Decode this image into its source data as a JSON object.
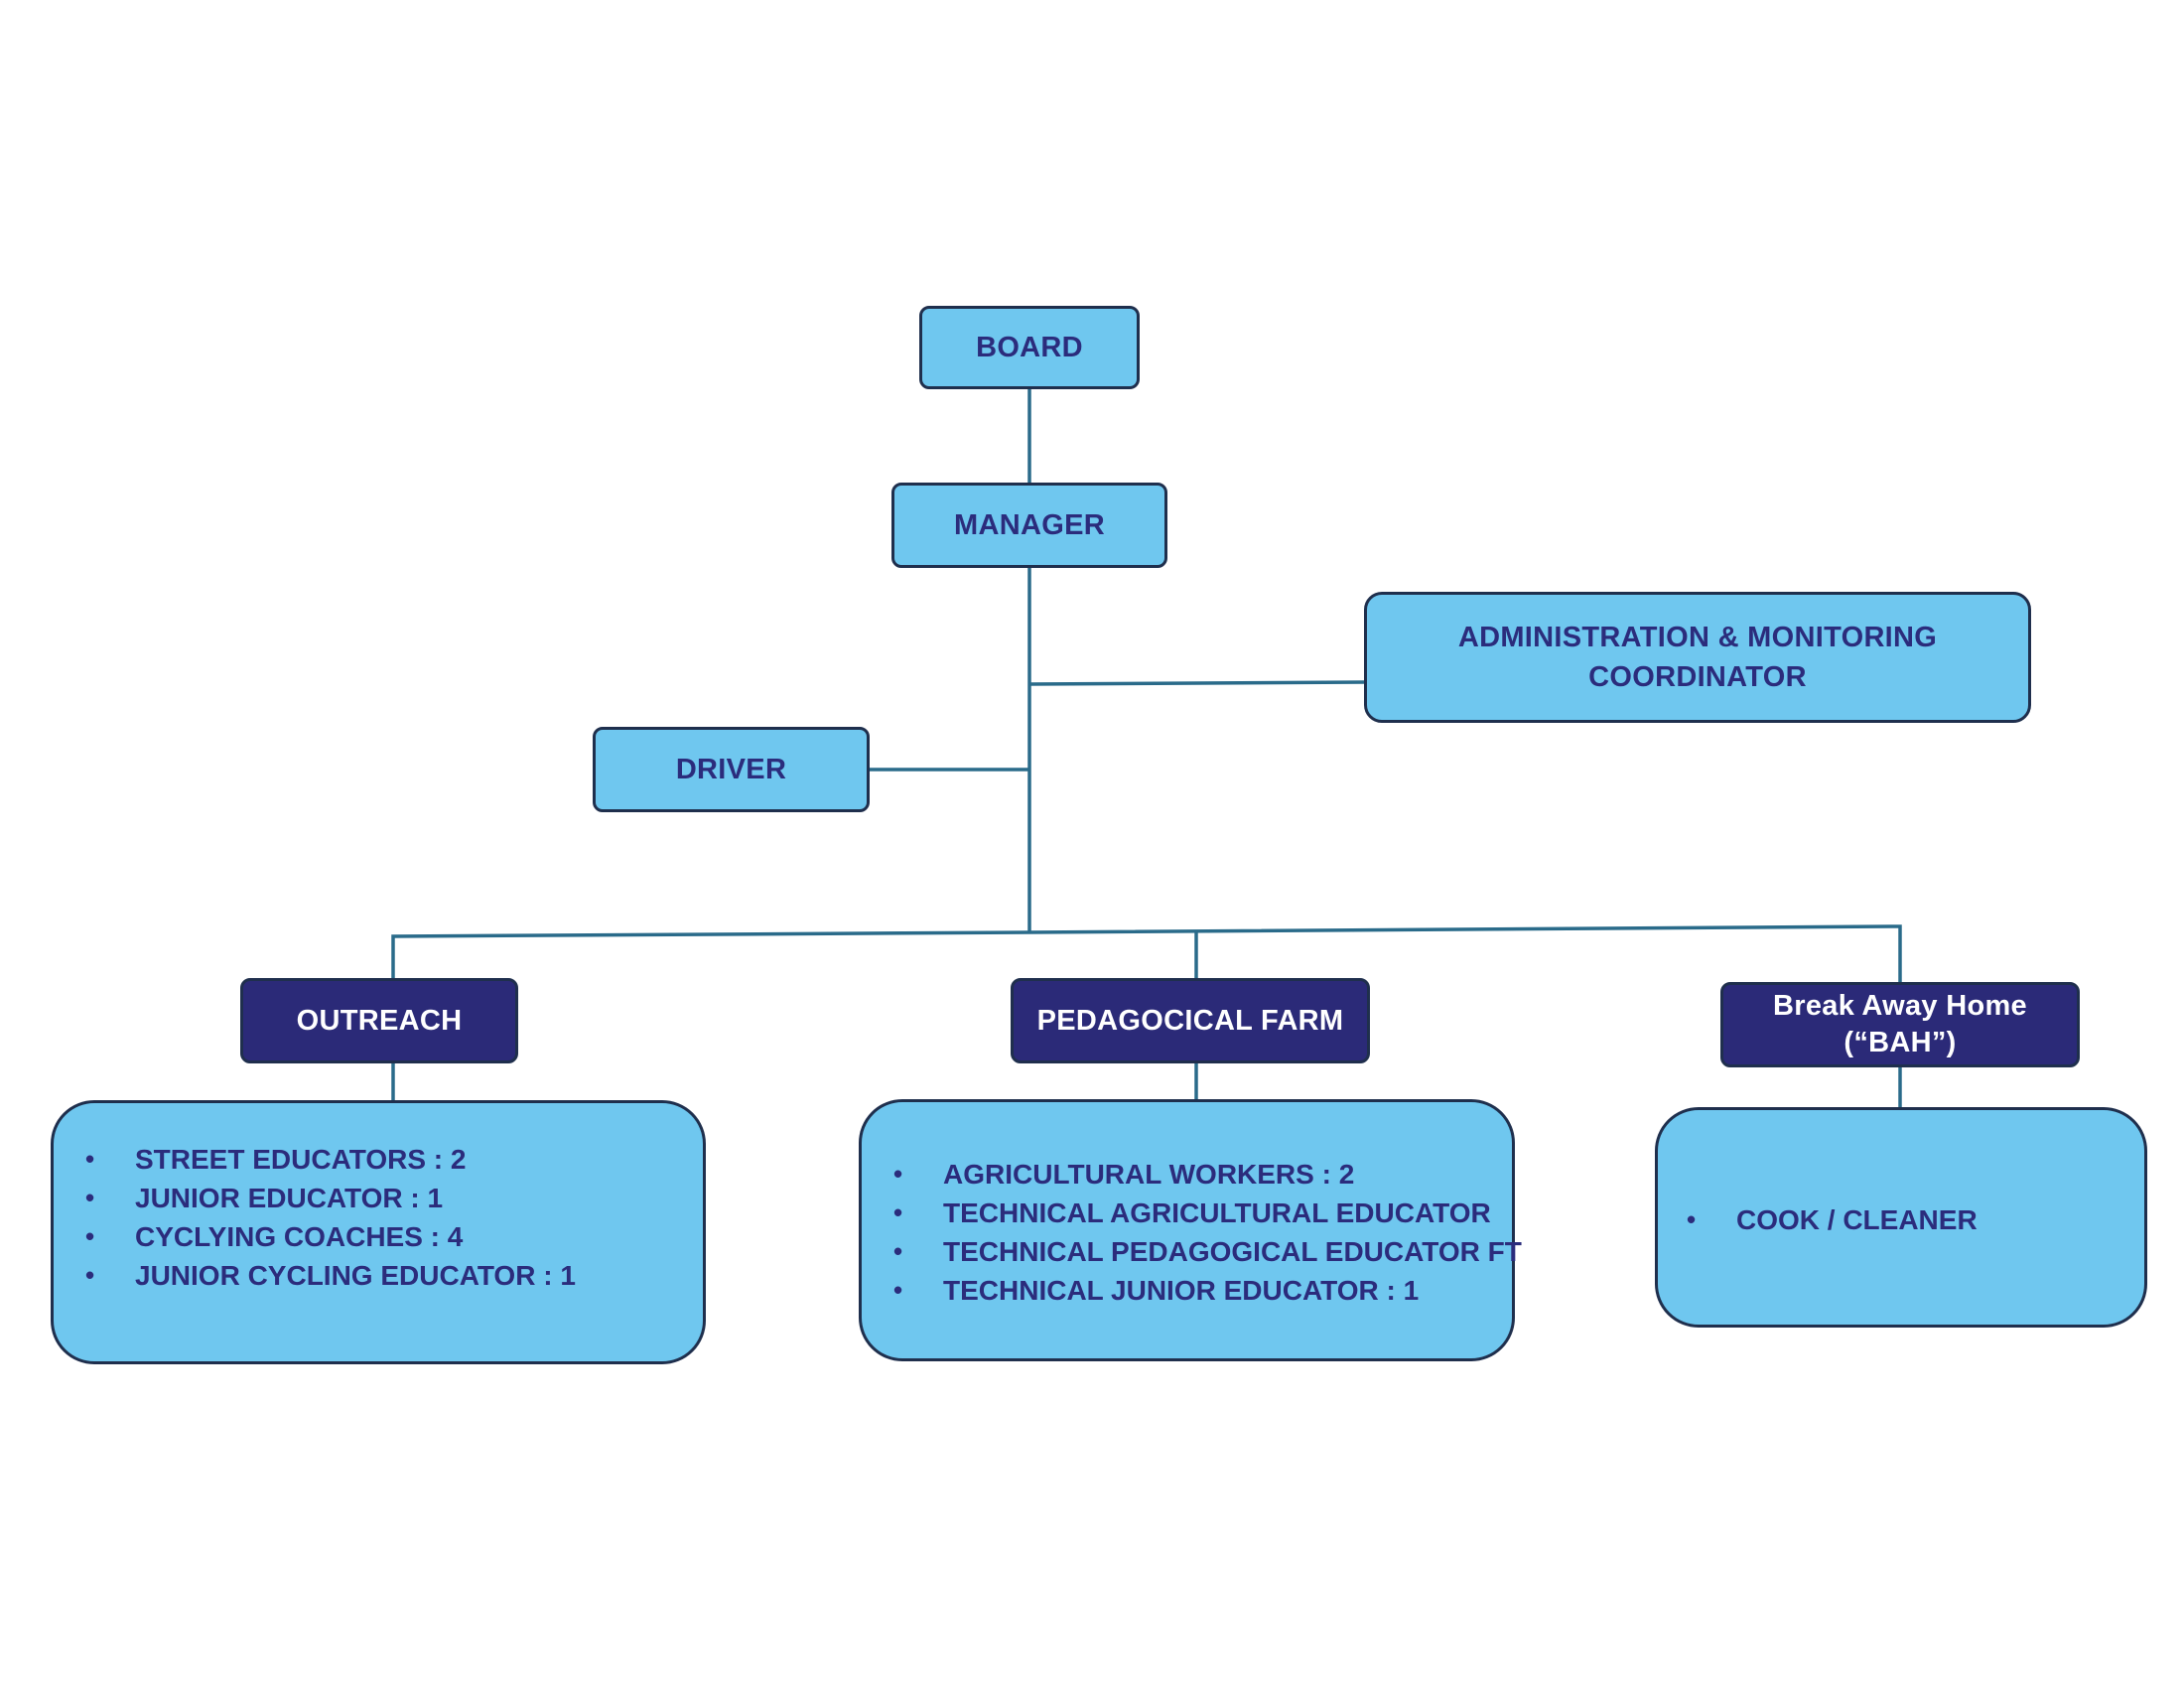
{
  "nodes": {
    "board": {
      "label": "BOARD"
    },
    "manager": {
      "label": "MANAGER"
    },
    "admin": {
      "line1": "ADMINISTRATION & MONITORING",
      "line2": "COORDINATOR"
    },
    "driver": {
      "label": "DRIVER"
    },
    "outreach": {
      "label": "OUTREACH"
    },
    "farm": {
      "label": "PEDAGOCICAL FARM"
    },
    "bah": {
      "line1": "Break Away Home",
      "line2": "(“BAH”)"
    }
  },
  "lists": {
    "outreach": [
      "STREET EDUCATORS : 2",
      "JUNIOR EDUCATOR : 1",
      "CYCLYING COACHES : 4",
      "JUNIOR CYCLING EDUCATOR : 1"
    ],
    "farm": [
      "AGRICULTURAL WORKERS : 2",
      "TECHNICAL AGRICULTURAL EDUCATOR",
      "TECHNICAL PEDAGOGICAL EDUCATOR FT",
      "TECHNICAL JUNIOR EDUCATOR : 1"
    ],
    "bah": [
      "COOK / CLEANER"
    ]
  },
  "bullet_char": "•",
  "colors": {
    "light_box": "#6fc7ef",
    "dark_box": "#2b2a78",
    "border": "#1f2f4d",
    "text_dark": "#2b2c7c",
    "connector": "#2a6b8a"
  }
}
